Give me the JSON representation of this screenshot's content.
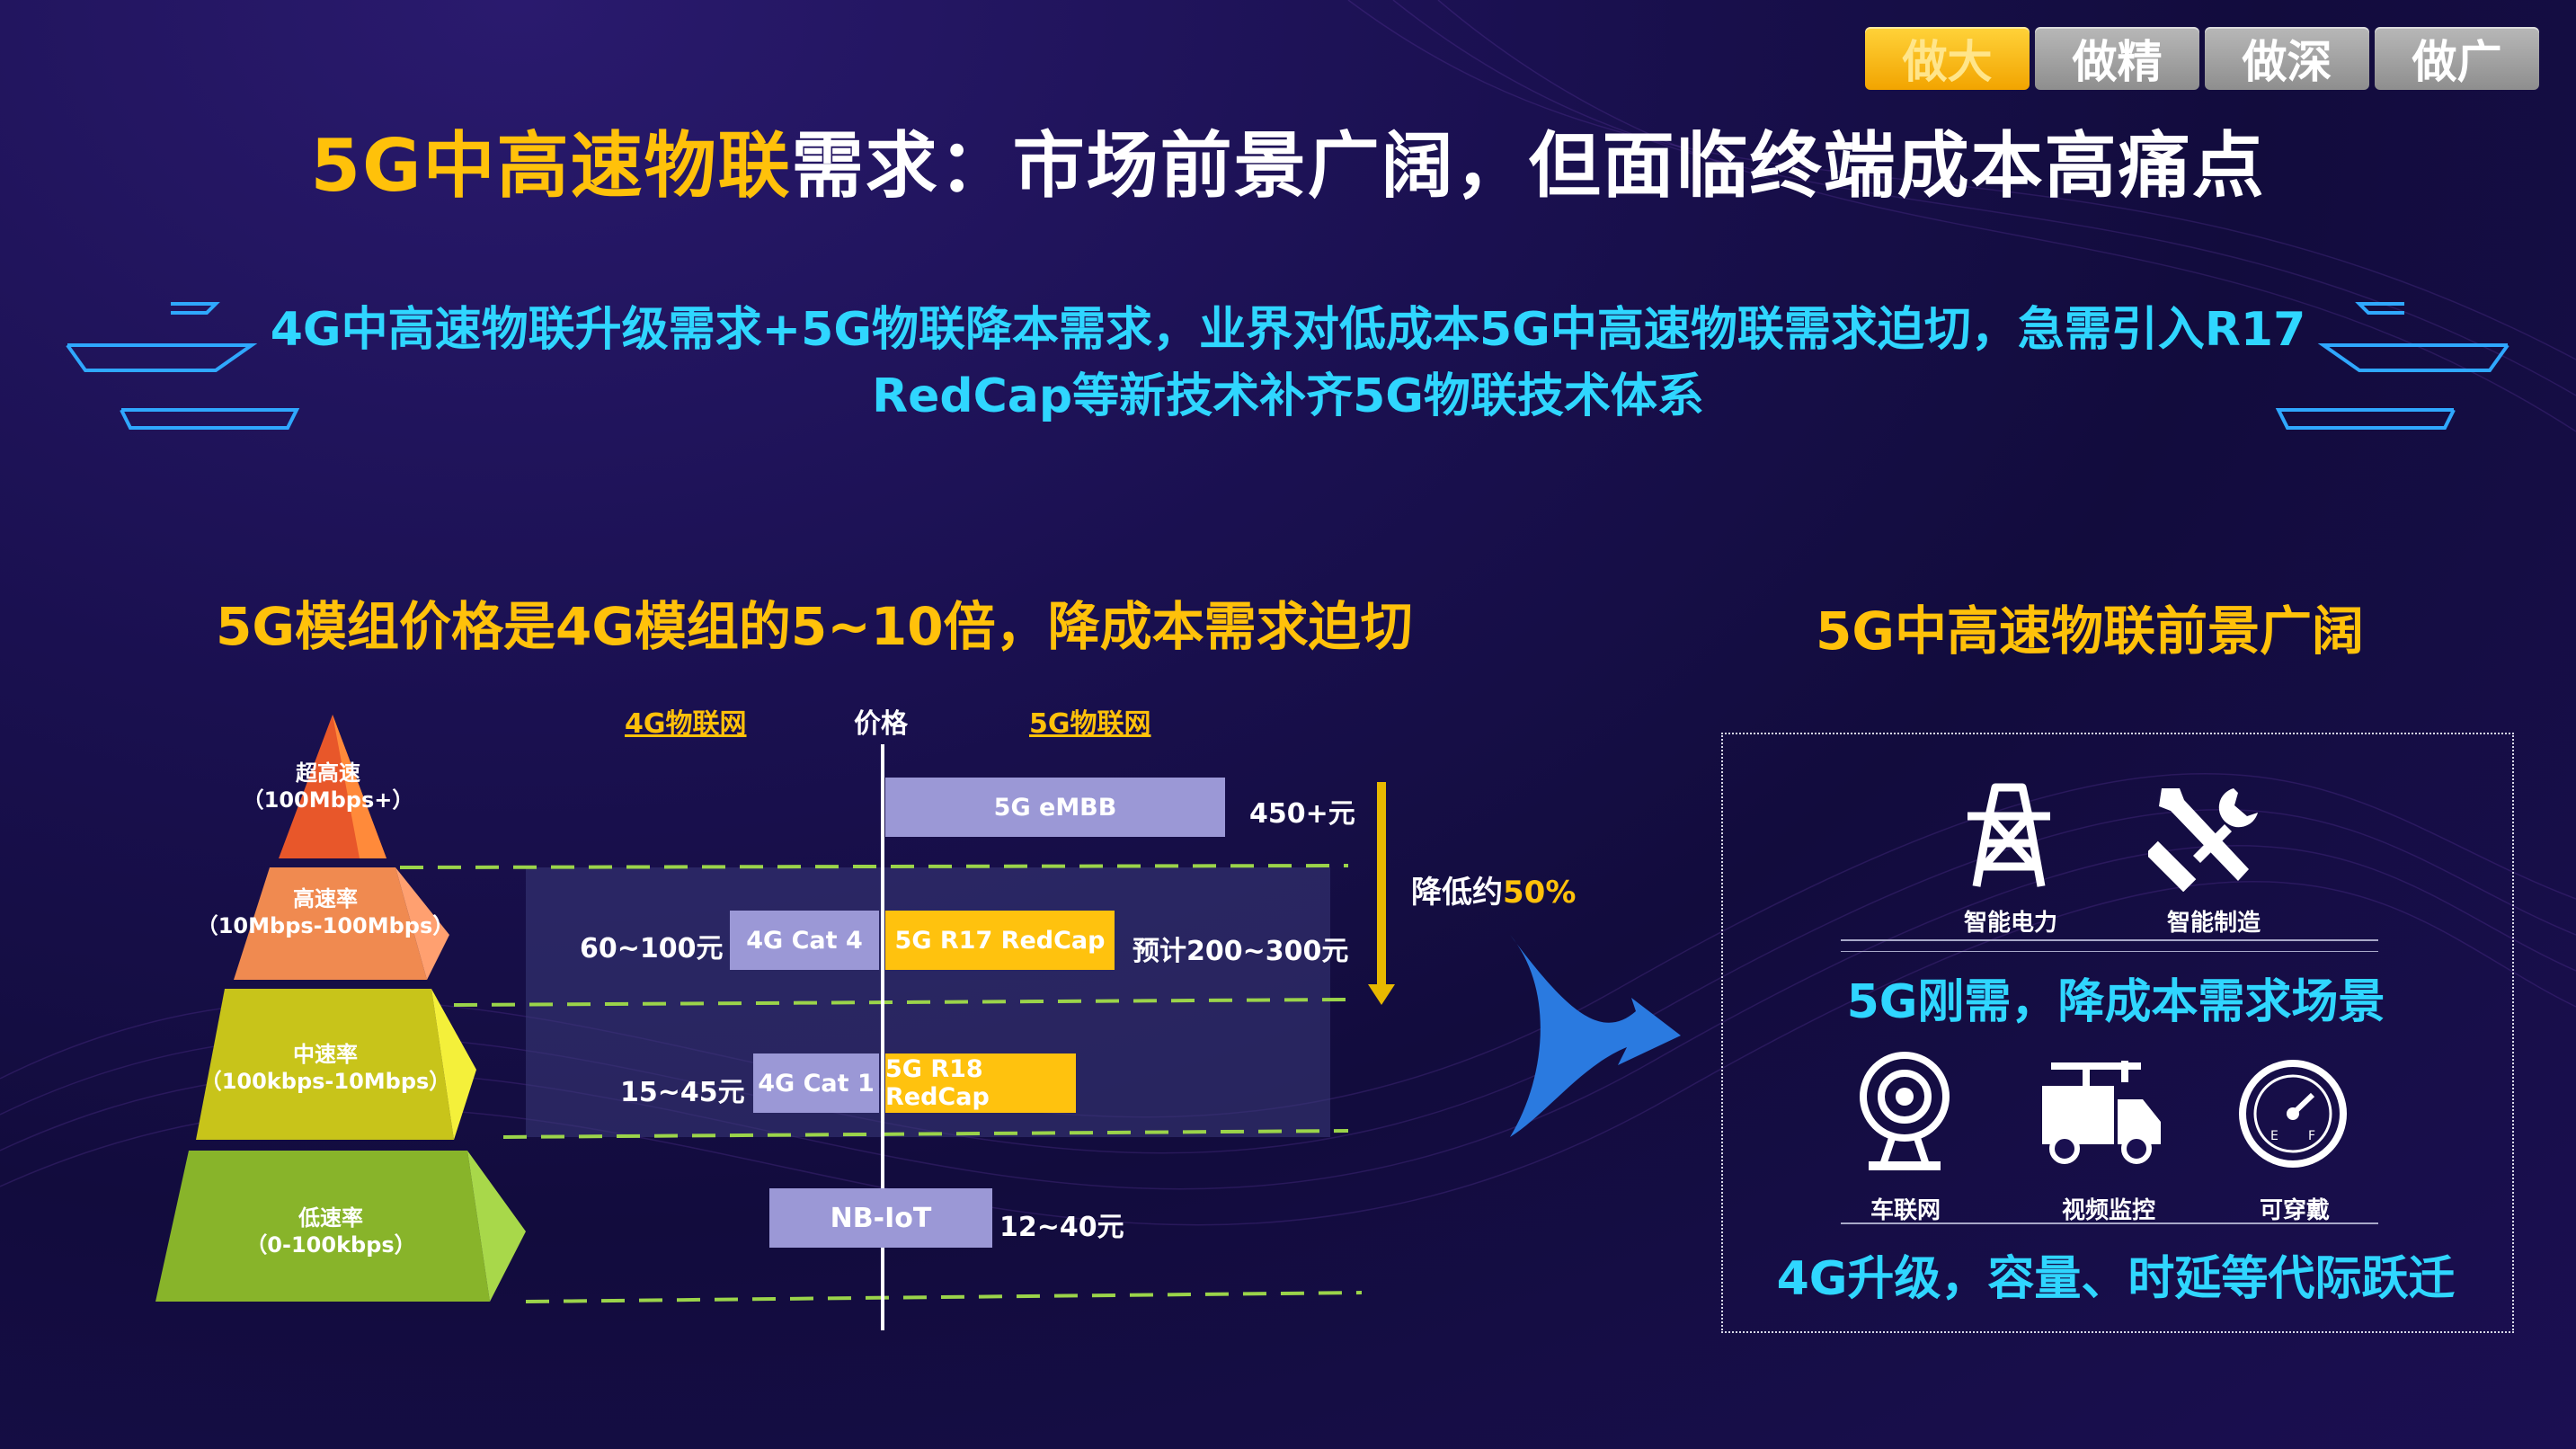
{
  "tabs": [
    {
      "label": "做大",
      "active": true
    },
    {
      "label": "做精",
      "active": false
    },
    {
      "label": "做深",
      "active": false
    },
    {
      "label": "做广",
      "active": false
    }
  ],
  "title": {
    "highlight": "5G中高速物联",
    "rest": "需求：市场前景广阔，但面临终端成本高痛点"
  },
  "subtitle": {
    "line1": "4G中高速物联升级需求+5G物联降本需求，业界对低成本5G中高速物联需求迫切，急需引入R17",
    "line2": "RedCap等新技术补齐5G物联技术体系"
  },
  "left_section": {
    "heading": "5G模组价格是4G模组的5~10倍，降成本需求迫切",
    "column_headers": {
      "left": "4G物联网",
      "middle": "价格",
      "right": "5G物联网"
    },
    "pyramid": [
      {
        "name": "超高速",
        "range": "（100Mbps+）"
      },
      {
        "name": "高速率",
        "range": "（10Mbps-100Mbps）"
      },
      {
        "name": "中速率",
        "range": "（100kbps-10Mbps）"
      },
      {
        "name": "低速率",
        "range": "（0-100kbps）"
      }
    ],
    "bars": {
      "embb": "5G eMBB",
      "cat4": "4G Cat 4",
      "r17": "5G R17 RedCap",
      "cat1": "4G Cat 1",
      "r18": "5G R18 RedCap",
      "nbiot": "NB-IoT"
    },
    "prices": {
      "embb": "450+元",
      "cat4": "60~100元",
      "r17": "预计200~300元",
      "cat1": "15~45元",
      "nbiot": "12~40元"
    },
    "reduction": {
      "label": "降低约",
      "value": "50%"
    }
  },
  "right_section": {
    "heading": "5G中高速物联前景广阔",
    "icons_top": [
      {
        "icon": "power-tower-icon",
        "label": "智能电力"
      },
      {
        "icon": "tools-icon",
        "label": "智能制造"
      }
    ],
    "line1": "5G刚需，降成本需求场景",
    "icons_bottom": [
      {
        "icon": "camera-icon",
        "label": "车联网"
      },
      {
        "icon": "truck-icon",
        "label": "视频监控"
      },
      {
        "icon": "gauge-icon",
        "label": "可穿戴"
      }
    ],
    "line2": "4G升级，容量、时延等代际跃迁"
  }
}
